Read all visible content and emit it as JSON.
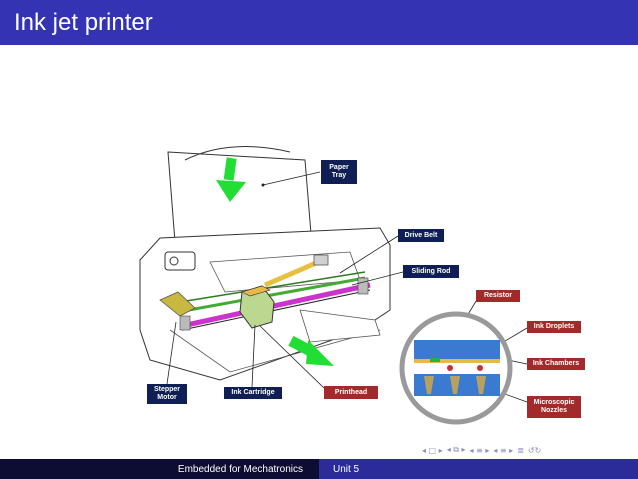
{
  "slide": {
    "title": "Ink jet printer"
  },
  "labels": {
    "paper_tray": "Paper\nTray",
    "drive_belt": "Drive Belt",
    "sliding_rod": "Sliding Rod",
    "resistor": "Resistor",
    "ink_droplets": "Ink Droplets",
    "ink_chambers": "Ink Chambers",
    "microscopic_nozzles": "Microscopic\nNozzles",
    "stepper_motor": "Stepper\nMotor",
    "ink_cartridge": "Ink Cartridge",
    "printhead": "Printhead"
  },
  "colors": {
    "title_bar": "#3333b3",
    "label_navy": "#0f1f55",
    "label_red": "#a32a2a",
    "arrow_green": "#22dd33",
    "rod_magenta": "#cc33cc",
    "belt_green": "#44aa33",
    "motor_yellow": "#c8b840",
    "cartridge_green": "#bcd890",
    "nozzle_blue": "#3a7ad0"
  },
  "nav_icons": [
    "nav-first-icon",
    "nav-prev-icon",
    "nav-section-icon",
    "nav-subsection-icon",
    "nav-align-icon",
    "nav-search-icon"
  ],
  "footer": {
    "left": "Embedded for Mechatronics",
    "right": "Unit 5"
  }
}
